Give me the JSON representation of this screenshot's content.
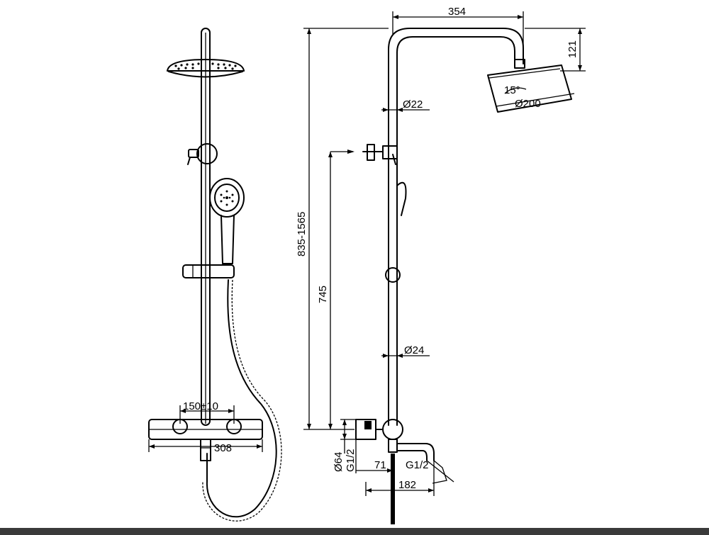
{
  "dimensions": {
    "width_354": "354",
    "height_121": "121",
    "angle_15": "15°",
    "diameter_200": "Ø200",
    "diameter_22": "Ø22",
    "diameter_24": "Ø24",
    "height_range": "835-1565",
    "height_745": "745",
    "centers_150": "150±10",
    "width_308": "308",
    "diameter_64": "Ø64",
    "thread_left": "G1/2",
    "depth_71": "71",
    "thread_spout": "G1/2",
    "spout_182": "182"
  }
}
